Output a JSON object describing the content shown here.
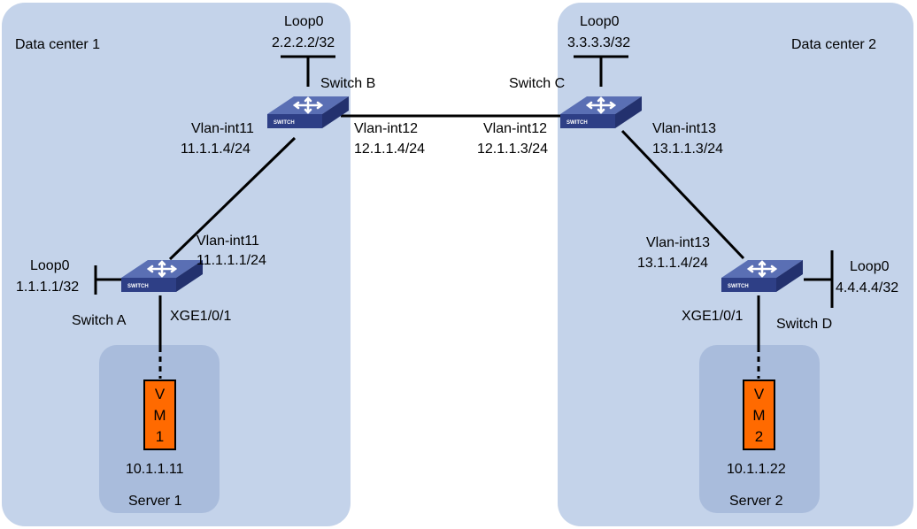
{
  "diagram": {
    "colors": {
      "datacenter_fill": "#c4d3ea",
      "server_fill": "#a9bcdc",
      "vm_fill": "#ff6a00",
      "vm_border": "#000000",
      "switch_top": "#5a6fb4",
      "switch_side": "#2e3f86",
      "link": "#000000"
    },
    "datacenters": [
      {
        "id": "dc1",
        "label": "Data center 1"
      },
      {
        "id": "dc2",
        "label": "Data center 2"
      }
    ],
    "switches": [
      {
        "id": "A",
        "label": "Switch A",
        "badge": "SWITCH",
        "loopback": {
          "name": "Loop0",
          "ip": "1.1.1.1/32"
        }
      },
      {
        "id": "B",
        "label": "Switch B",
        "badge": "SWITCH",
        "loopback": {
          "name": "Loop0",
          "ip": "2.2.2.2/32"
        }
      },
      {
        "id": "C",
        "label": "Switch C",
        "badge": "SWITCH",
        "loopback": {
          "name": "Loop0",
          "ip": "3.3.3.3/32"
        }
      },
      {
        "id": "D",
        "label": "Switch D",
        "badge": "SWITCH",
        "loopback": {
          "name": "Loop0",
          "ip": "4.4.4.4/32"
        }
      }
    ],
    "links": [
      {
        "from": "A",
        "to": "B",
        "a_end": {
          "iface": "Vlan-int11",
          "ip": "11.1.1.1/24"
        },
        "b_end": {
          "iface": "Vlan-int11",
          "ip": "11.1.1.4/24"
        }
      },
      {
        "from": "B",
        "to": "C",
        "a_end": {
          "iface": "Vlan-int12",
          "ip": "12.1.1.4/24"
        },
        "b_end": {
          "iface": "Vlan-int12",
          "ip": "12.1.1.3/24"
        }
      },
      {
        "from": "C",
        "to": "D",
        "a_end": {
          "iface": "Vlan-int13",
          "ip": "13.1.1.3/24"
        },
        "b_end": {
          "iface": "Vlan-int13",
          "ip": "13.1.1.4/24"
        }
      }
    ],
    "servers": [
      {
        "id": "s1",
        "label": "Server 1",
        "port": "XGE1/0/1",
        "vm_letters": [
          "V",
          "M",
          "1"
        ],
        "vm_ip": "10.1.1.11"
      },
      {
        "id": "s2",
        "label": "Server 2",
        "port": "XGE1/0/1",
        "vm_letters": [
          "V",
          "M",
          "2"
        ],
        "vm_ip": "10.1.1.22"
      }
    ]
  }
}
